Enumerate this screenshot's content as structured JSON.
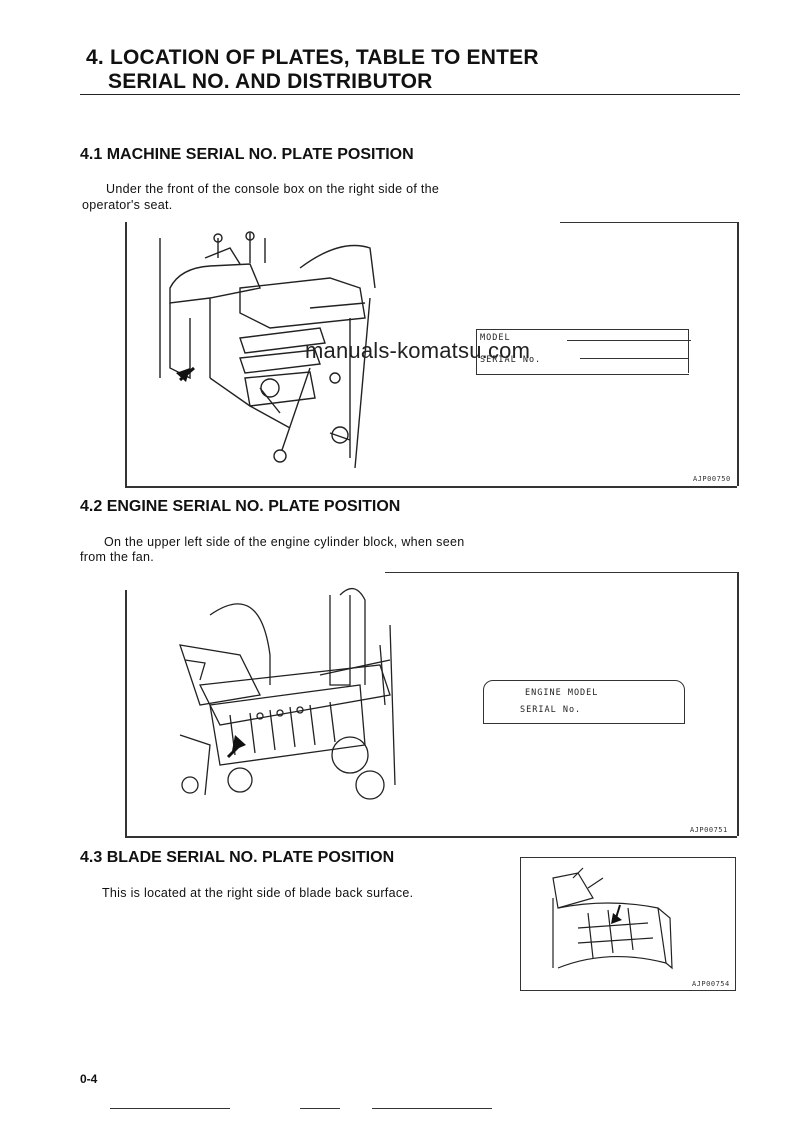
{
  "title": {
    "line1": "4. LOCATION OF PLATES, TABLE TO ENTER",
    "line2": "SERIAL NO. AND DISTRIBUTOR"
  },
  "sections": [
    {
      "heading": "4.1  MACHINE SERIAL NO. PLATE POSITION",
      "text_line1": "Under the front of the console box on the right side of the",
      "text_line2": "operator's seat.",
      "figure_id": "AJP00750",
      "plate_label1": "MODEL",
      "plate_label2": "SERIAL No."
    },
    {
      "heading": "4.2  ENGINE SERIAL NO. PLATE POSITION",
      "text_line1": "On the upper left side of the engine cylinder block, when seen",
      "text_line2": "from the fan.",
      "figure_id": "AJP00751",
      "plate_label1": "ENGINE MODEL",
      "plate_label2": "SERIAL No."
    },
    {
      "heading": "4.3  BLADE SERIAL NO. PLATE POSITION",
      "text_line1": "This is located at the right side of blade back surface.",
      "figure_id": "AJP00754"
    }
  ],
  "watermark": "manuals-komatsu.com",
  "page_number": "0-4",
  "colors": {
    "ink": "#111111",
    "paper": "#ffffff"
  }
}
